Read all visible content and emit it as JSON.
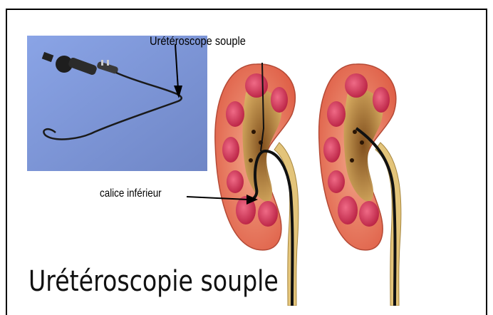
{
  "labels": {
    "ureteroscope": "Urétéroscope souple",
    "calice": "calice inférieur"
  },
  "title": "Urétéroscopie souple",
  "colors": {
    "photo_bg": "#7b93d3",
    "kidney_outer": "#e8604a",
    "calyx": "#c2274a",
    "sinus": "#e3c47a",
    "scope": "#111111"
  }
}
